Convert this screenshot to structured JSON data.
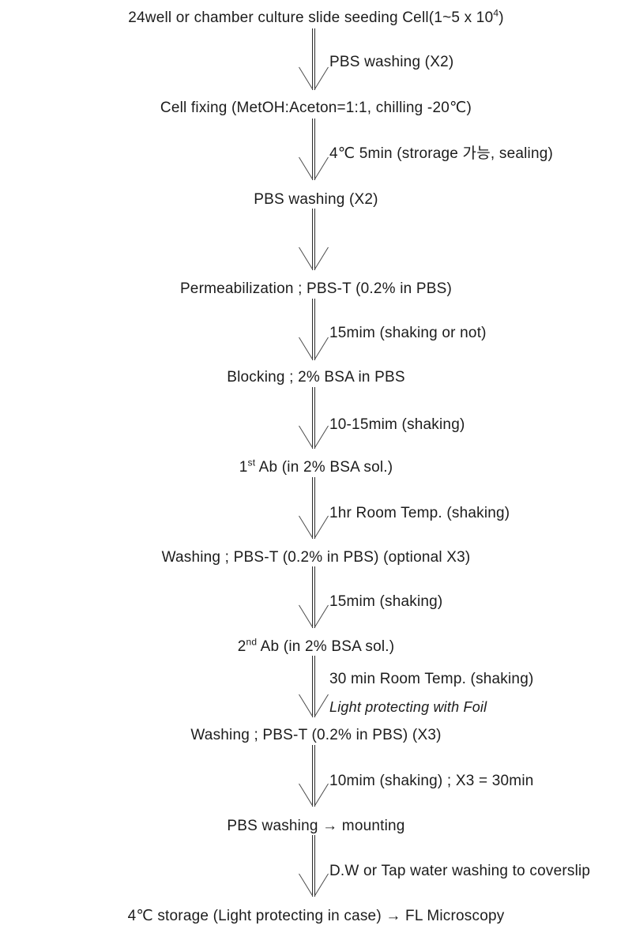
{
  "page": {
    "background": "#ffffff",
    "text_color": "#1c1c1c",
    "line_color": "#2a2a2a"
  },
  "flow": {
    "steps": [
      {
        "pre": "24well or chamber culture slide seeding Cell(1~5 x 10",
        "sup": "4",
        "post": ")"
      },
      {
        "pre": "Cell fixing (MetOH:Aceton=1:1, chilling -20℃)",
        "sup": "",
        "post": ""
      },
      {
        "pre": "PBS washing (X2)",
        "sup": "",
        "post": ""
      },
      {
        "pre": "Permeabilization ; PBS-T (0.2% in PBS)",
        "sup": "",
        "post": ""
      },
      {
        "pre": "Blocking ; 2% BSA in PBS",
        "sup": "",
        "post": ""
      },
      {
        "pre": "1",
        "sup": "st",
        "post": " Ab (in 2% BSA sol.)"
      },
      {
        "pre": "Washing ; PBS-T (0.2% in PBS) (optional X3)",
        "sup": "",
        "post": ""
      },
      {
        "pre": "2",
        "sup": "nd",
        "post": " Ab (in 2% BSA sol.)"
      },
      {
        "pre": "Washing ; PBS-T (0.2% in PBS) (X3)",
        "sup": "",
        "post": ""
      },
      {
        "pre": "PBS washing → mounting",
        "sup": "",
        "post": ""
      },
      {
        "pre": "4℃ storage (Light protecting in case) → FL Microscopy",
        "sup": "",
        "post": ""
      }
    ],
    "arrows": [
      {
        "label": "PBS washing (X2)",
        "sublabel": ""
      },
      {
        "label": "4℃ 5min (strorage 가능, sealing)",
        "sublabel": ""
      },
      {
        "label": "",
        "sublabel": ""
      },
      {
        "label": "15mim (shaking or not)",
        "sublabel": ""
      },
      {
        "label": "10-15mim (shaking)",
        "sublabel": ""
      },
      {
        "label": "1hr Room Temp. (shaking)",
        "sublabel": ""
      },
      {
        "label": "15mim (shaking)",
        "sublabel": ""
      },
      {
        "label": "30 min Room Temp. (shaking)",
        "sublabel": "Light protecting with Foil"
      },
      {
        "label": "10mim (shaking) ; X3 = 30min",
        "sublabel": ""
      },
      {
        "label": "D.W or Tap water washing to coverslip",
        "sublabel": ""
      }
    ]
  }
}
